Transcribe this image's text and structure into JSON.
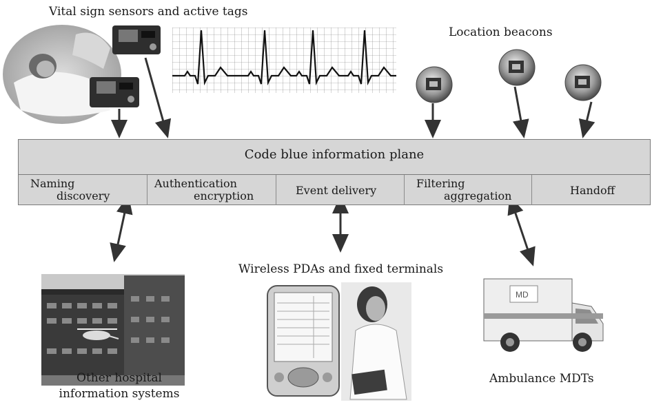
{
  "labels": {
    "sensors": "Vital sign sensors and active tags",
    "beacons": "Location beacons",
    "plane_title": "Code blue information plane",
    "pdas": "Wireless PDAs and fixed terminals",
    "hospital_line1": "Other hospital",
    "hospital_line2": "information systems",
    "ambulance": "Ambulance MDTs"
  },
  "services": [
    {
      "line1": "Naming",
      "line2": "discovery"
    },
    {
      "line1": "Authentication",
      "line2": "encryption"
    },
    {
      "line1": "Event delivery"
    },
    {
      "line1": "Filtering",
      "line2": "aggregation"
    },
    {
      "line1": "Handoff"
    }
  ]
}
